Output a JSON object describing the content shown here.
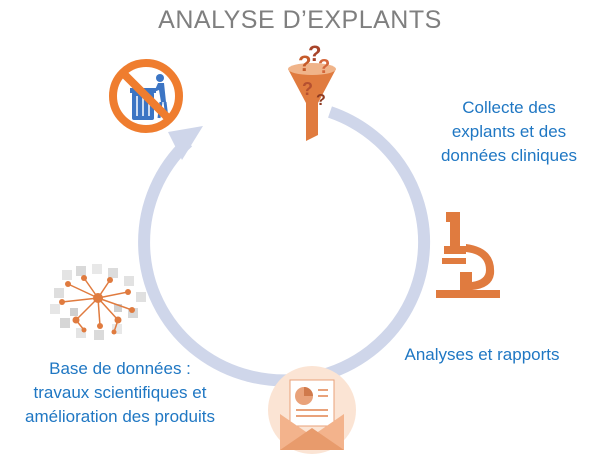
{
  "title": "ANALYSE D’EXPLANTS",
  "steps": {
    "collect": {
      "lines": [
        "Collecte des",
        "explants et des",
        "données cliniques"
      ],
      "icon": "funnel-question-icon"
    },
    "analyses": {
      "lines": [
        "Analyses et rapports"
      ],
      "icon": "microscope-icon"
    },
    "report": {
      "icon": "report-envelope-icon"
    },
    "database": {
      "lines": [
        "Base de données :",
        "travaux scientifiques et",
        "amélioration des produits"
      ],
      "icon": "network-database-icon"
    },
    "no_waste": {
      "icon": "no-trash-icon"
    }
  },
  "colors": {
    "title": "#7f7f7f",
    "label": "#1f77c3",
    "cycle": "#cfd6ea",
    "icon_orange": "#e07b3f",
    "icon_light": "#f0b48a",
    "network_grey": "#c8c8c8"
  }
}
